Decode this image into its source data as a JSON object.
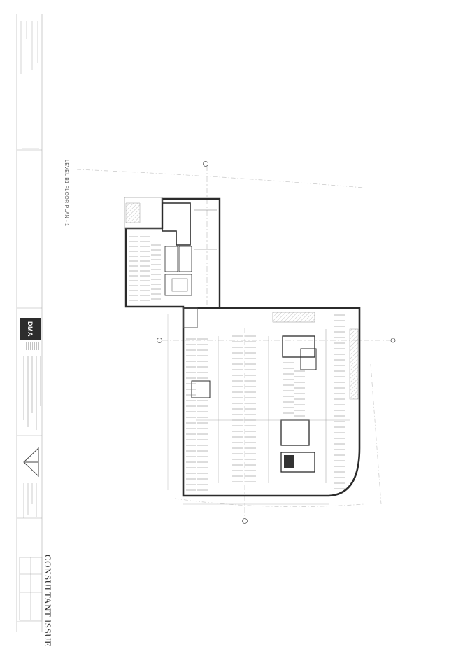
{
  "sheet": {
    "consultant_issue_label": "CONSULTANT ISSUE",
    "drawing_title": "LEVEL B1 FLOOR PLAN - 1",
    "logo_label": "DMA",
    "north_arrow": "north-arrow-icon",
    "colors": {
      "line": "#2b2b2b",
      "light_line": "#9a9a9a",
      "hatch": "#7a7a7a",
      "paper": "#ffffff"
    }
  }
}
